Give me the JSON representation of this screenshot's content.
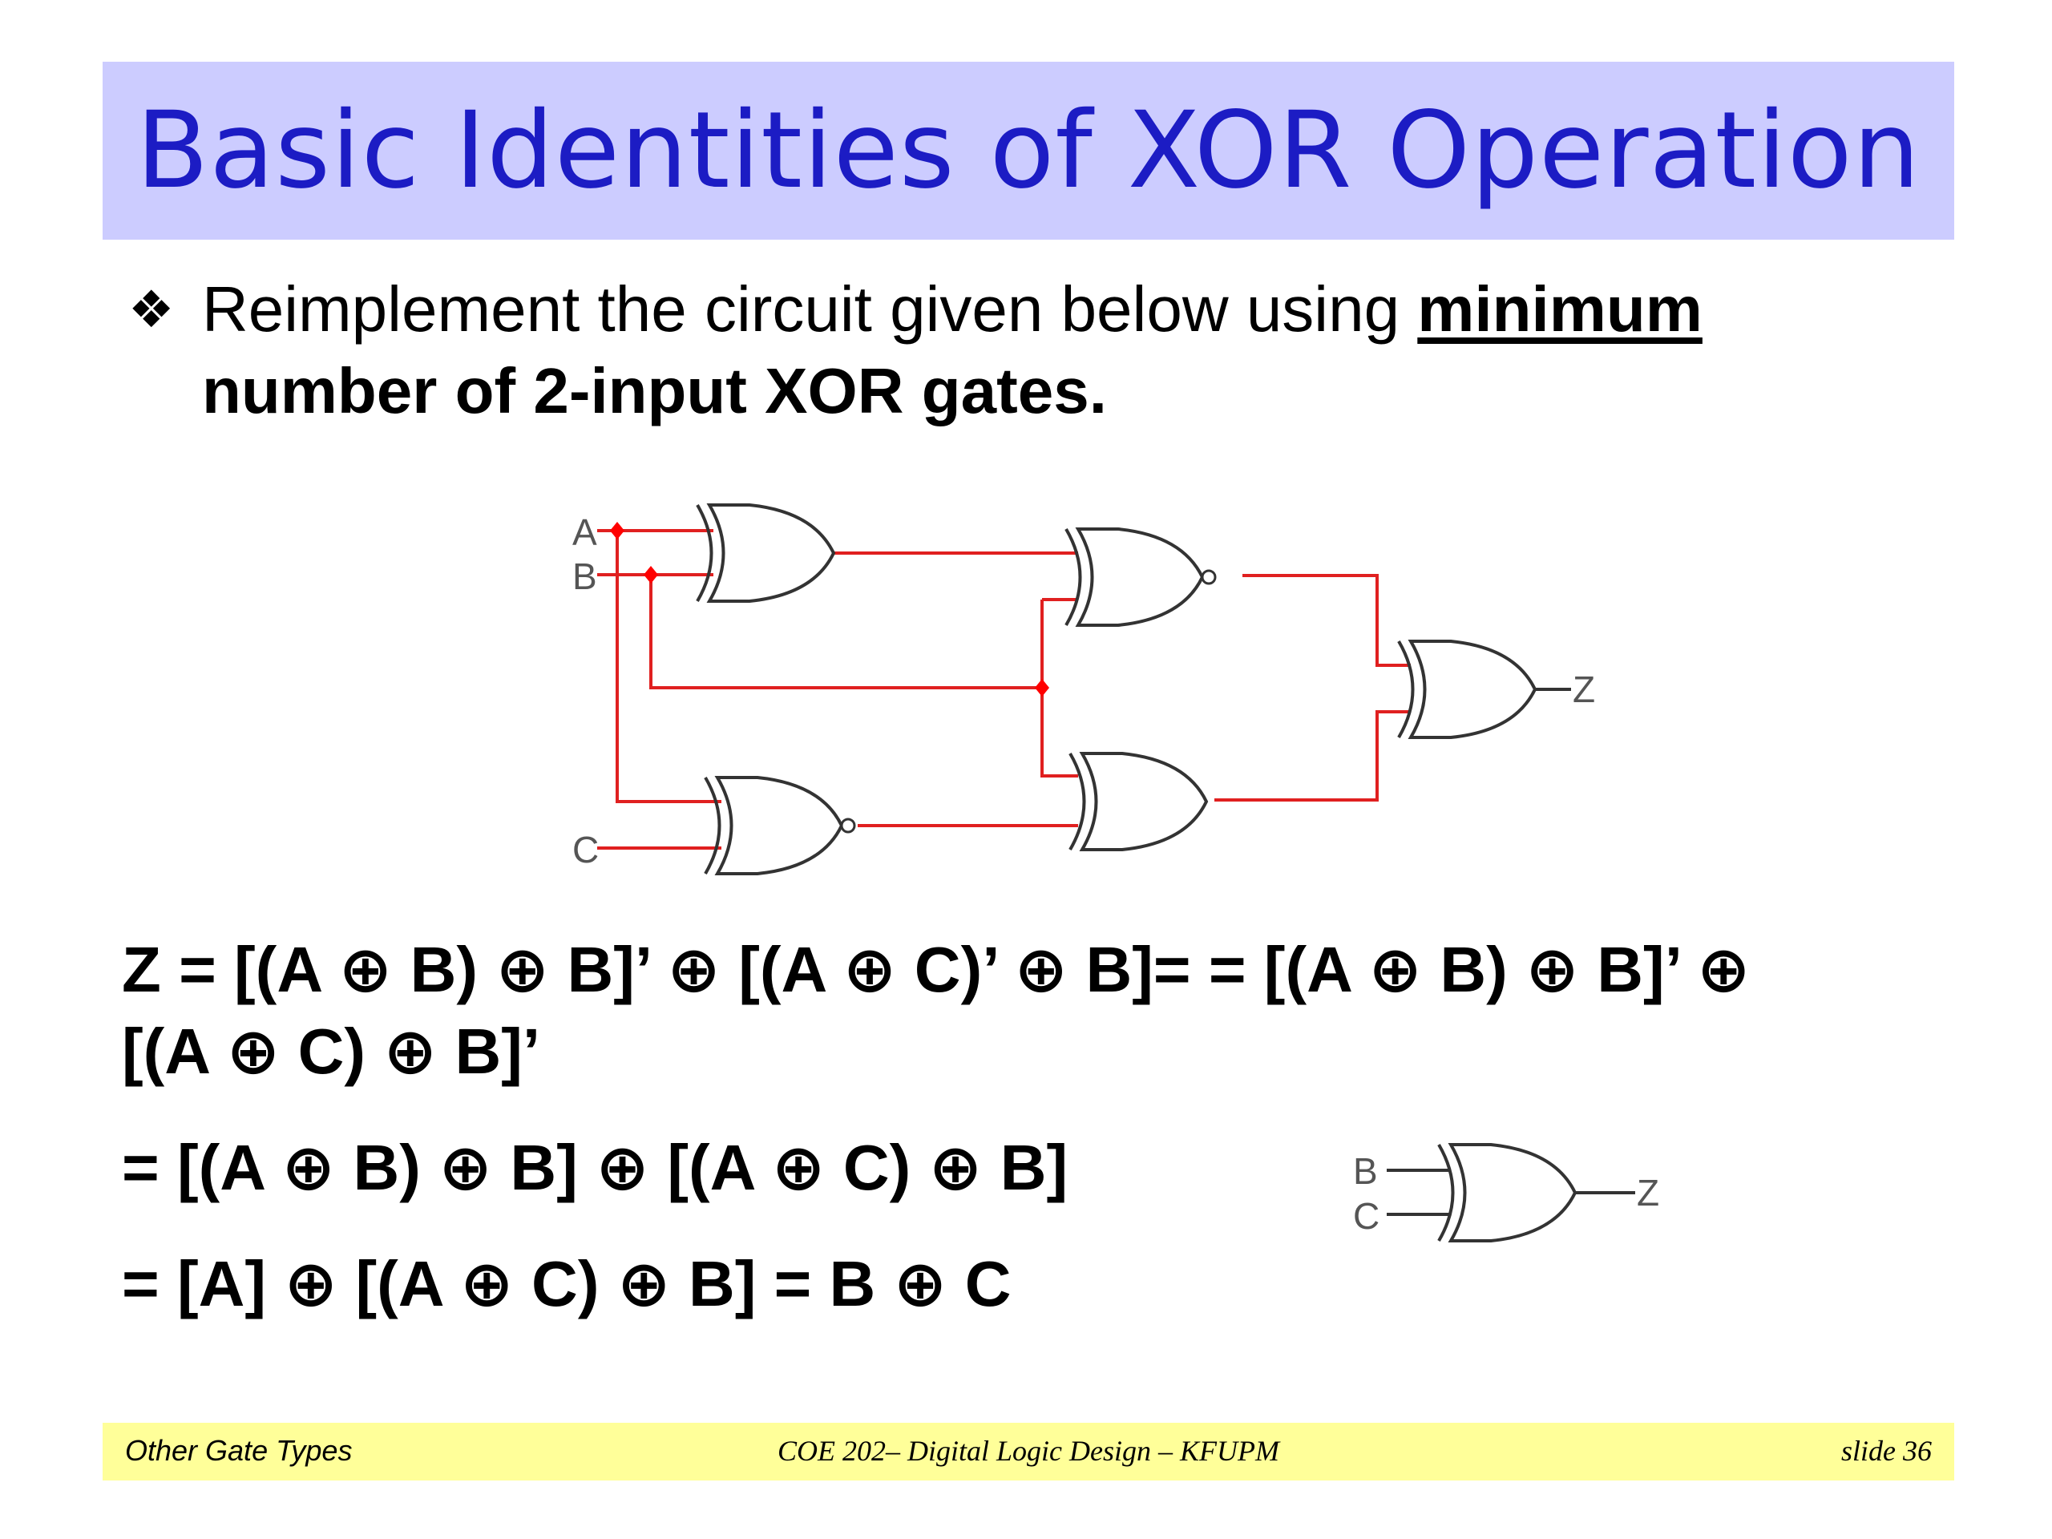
{
  "slide": {
    "title": "Basic Identities of XOR Operation",
    "bullet": {
      "icon": "four-diamond-bullet-icon",
      "text_plain": "Reimplement the circuit given below using ",
      "text_emph_underlined": "minimum",
      "text_emph_line2": "number of 2-input XOR gates."
    },
    "circuit": {
      "inputs": [
        "A",
        "B",
        "C"
      ],
      "output": "Z",
      "wire_color": "#e02020",
      "node_color": "#ff0000"
    },
    "equations": {
      "line1": "Z = [(A ⊕ B) ⊕ B]’ ⊕ [(A ⊕ C)’ ⊕ B]= = [(A ⊕ B) ⊕ B]’ ⊕",
      "line1b": "[(A ⊕ C) ⊕ B]’",
      "line2": "= [(A ⊕ B) ⊕ B] ⊕ [(A ⊕ C) ⊕ B]",
      "line3": "= [A] ⊕ [(A ⊕ C) ⊕ B] = B ⊕ C"
    },
    "simplified_circuit": {
      "inputs": [
        "B",
        "C"
      ],
      "output": "Z"
    },
    "footer": {
      "left": "Other Gate Types",
      "center": "COE 202– Digital Logic  Design – KFUPM",
      "right": "slide 36"
    },
    "colors": {
      "title_bg": "#ccccff",
      "title_text": "#1c1cc4",
      "footer_bg": "#ffff99"
    }
  }
}
